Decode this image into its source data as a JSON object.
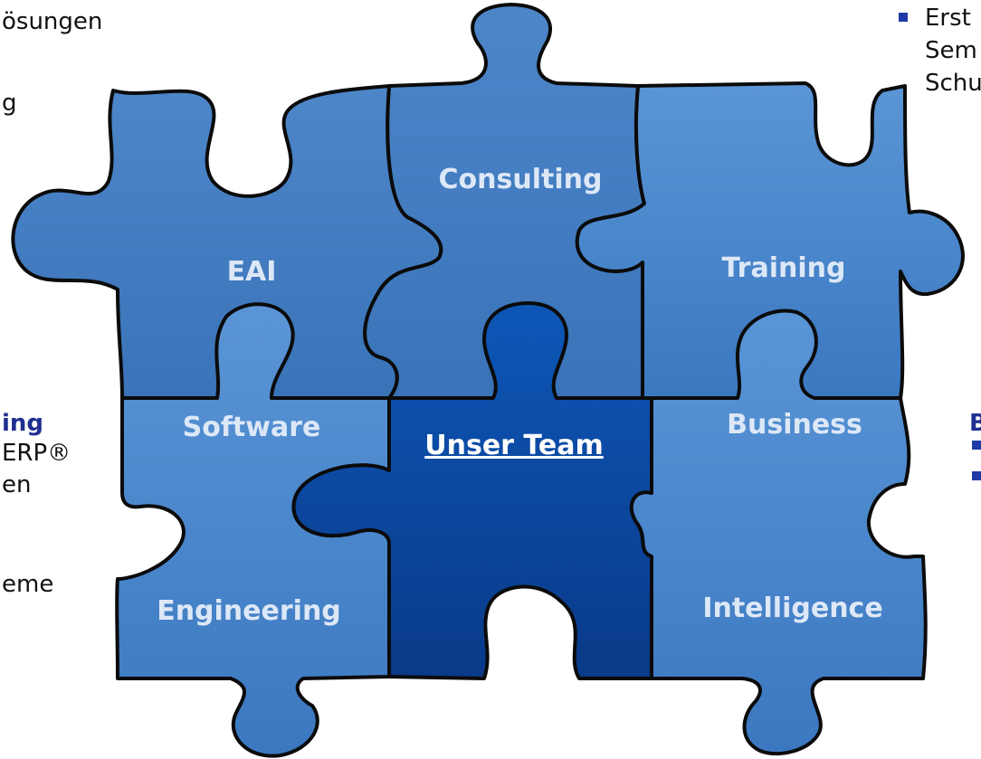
{
  "left_column": {
    "line1": "ösungen",
    "line2": "g",
    "heading": "ing",
    "line3": "ERP®",
    "line4": "en",
    "line5": "eme"
  },
  "right_column": {
    "bullet_line1": "Erst",
    "bullet_line2": "Sem",
    "bullet_line3": "Schu",
    "heading": "B"
  },
  "puzzle": {
    "consulting": "Consulting",
    "eai": "EAI",
    "training": "Training",
    "software": "Software",
    "unser_team": "Unser Team",
    "business": "Business",
    "engineering": "Engineering",
    "intelligence": "Intelligence"
  },
  "colors": {
    "piece_light": "#4a88d0",
    "piece_mid": "#3f7cc4",
    "piece_dark": "#0a3f92",
    "heading_blue": "#1f2f8f"
  }
}
